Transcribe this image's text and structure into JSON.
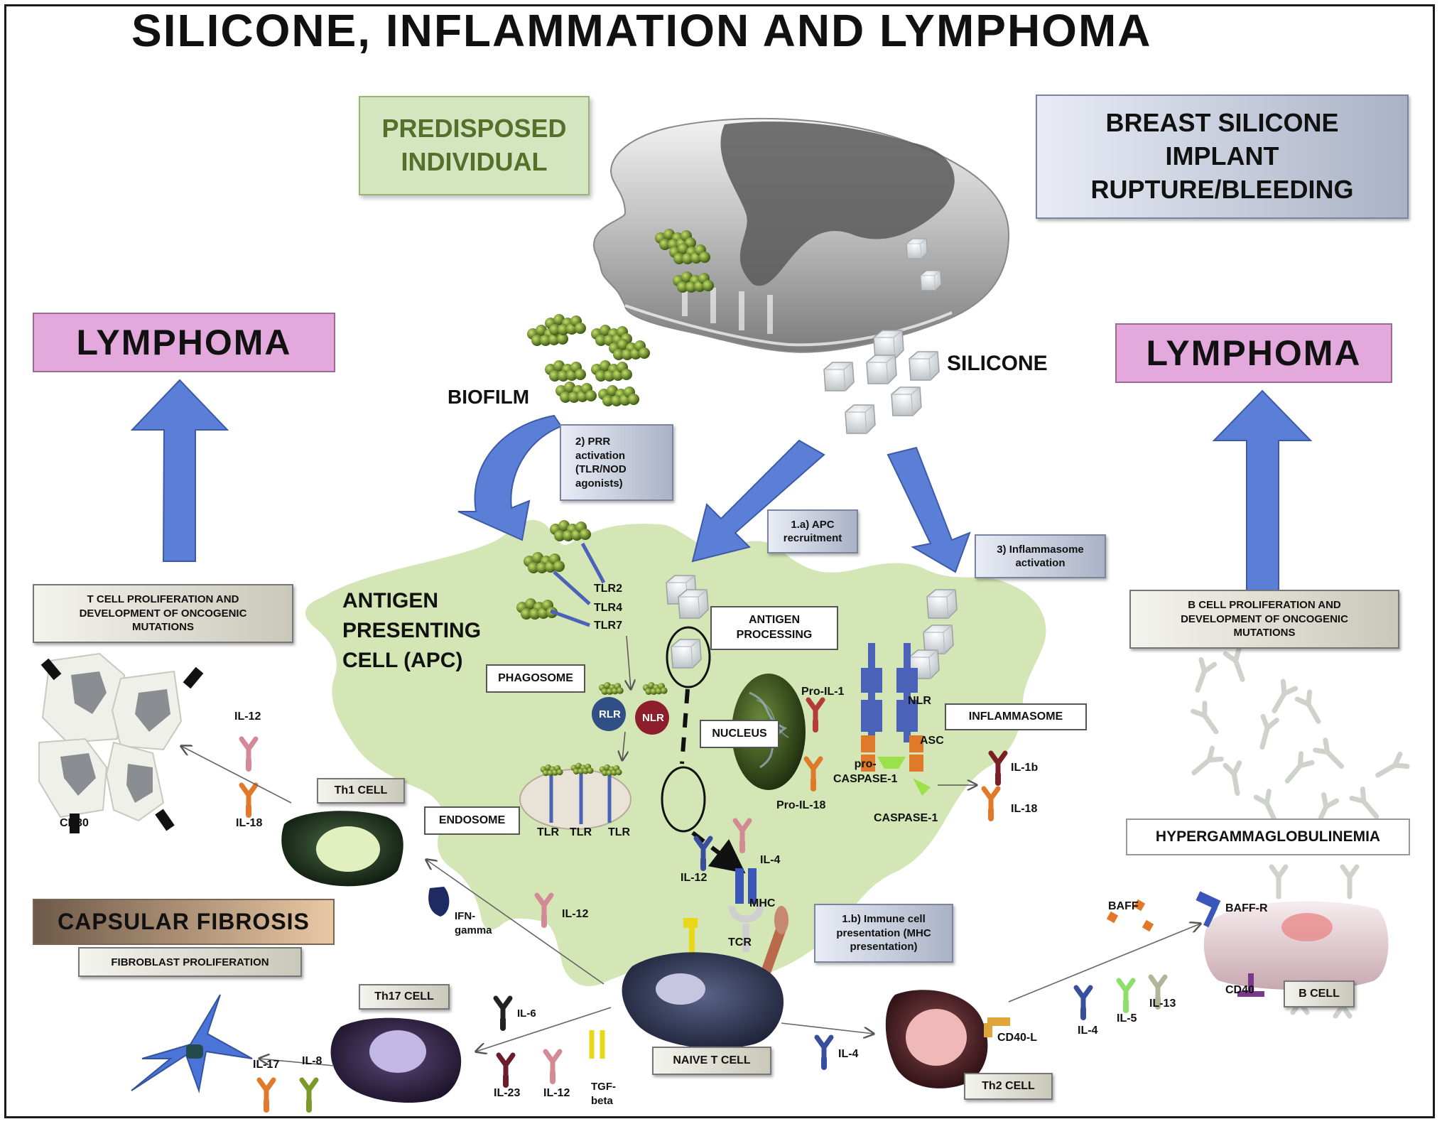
{
  "title": "SILICONE, INFLAMMATION AND LYMPHOMA",
  "boxes": {
    "predisposed": "PREDISPOSED\nINDIVIDUAL",
    "implant": "BREAST SILICONE\nIMPLANT\nRUPTURE/BLEEDING",
    "lymphoma_left": "LYMPHOMA",
    "lymphoma_right": "LYMPHOMA",
    "prr": "2) PRR\nactivation\n(TLR/NOD\nagonists)",
    "apc_recruitment": "1.a) APC\nrecruitment",
    "inflammasome_activation": "3) Inflammasome\nactivation",
    "immune_presentation": "1.b) Immune cell\npresentation (MHC\npresentation)",
    "t_cell_prolif": "T CELL PROLIFERATION AND\nDEVELOPMENT OF ONCOGENIC\nMUTATIONS",
    "b_cell_prolif": "B CELL PROLIFERATION AND\nDEVELOPMENT OF ONCOGENIC\nMUTATIONS",
    "capsular_fibrosis": "CAPSULAR FIBROSIS",
    "fibroblast": "FIBROBLAST PROLIFERATION",
    "hypergamma": "HYPERGAMMAGLOBULINEMIA",
    "antigen_processing": "ANTIGEN\nPROCESSING",
    "phagosome": "PHAGOSOME",
    "nucleus": "NUCLEUS",
    "inflammasome": "INFLAMMASOME",
    "endosome": "ENDOSOME",
    "th1": "Th1 CELL",
    "th17": "Th17 CELL",
    "th2": "Th2 CELL",
    "naive": "NAIVE T CELL",
    "bcell": "B CELL"
  },
  "labels": {
    "silicone": "SILICONE",
    "biofilm": "BIOFILM",
    "apc": "ANTIGEN\nPRESENTING\nCELL (APC)",
    "tlr2": "TLR2",
    "tlr4": "TLR4",
    "tlr7": "TLR7",
    "rlr": "RLR",
    "nlr_circle": "NLR",
    "tlr_a": "TLR",
    "tlr_b": "TLR",
    "tlr_c": "TLR",
    "pro_il1": "Pro-IL-1",
    "pro_il18": "Pro-IL-18",
    "nlr": "NLR",
    "asc": "ASC",
    "pro_caspase": "pro-\nCASPASE-1",
    "caspase": "CASPASE-1",
    "il1b": "IL-1b",
    "il18_right": "IL-18",
    "il12_apc": "IL-12",
    "il4_apc": "IL-4",
    "mhc": "MHC",
    "tcr": "TCR",
    "ifn": "IFN-\ngamma",
    "il12_mid": "IL-12",
    "il6": "IL-6",
    "il23": "IL-23",
    "il12_bottom": "IL-12",
    "tgf": "TGF-\nbeta",
    "il17": "IL-17",
    "il8": "IL-8",
    "il12_left": "IL-12",
    "il18_left": "IL-18",
    "cd30": "CD30",
    "il4_bottom": "IL-4",
    "cd40l": "CD40-L",
    "baff": "BAFF",
    "baffr": "BAFF-R",
    "cd40": "CD40",
    "il4_b": "IL-4",
    "il5": "IL-5",
    "il13": "IL-13"
  },
  "colors": {
    "apc_body": "#d4e6b5",
    "arrow_blue": "#5b7fd6",
    "lymphoma_pink": "#e3a9dc",
    "predisposed_green": "#d4e6c0"
  }
}
